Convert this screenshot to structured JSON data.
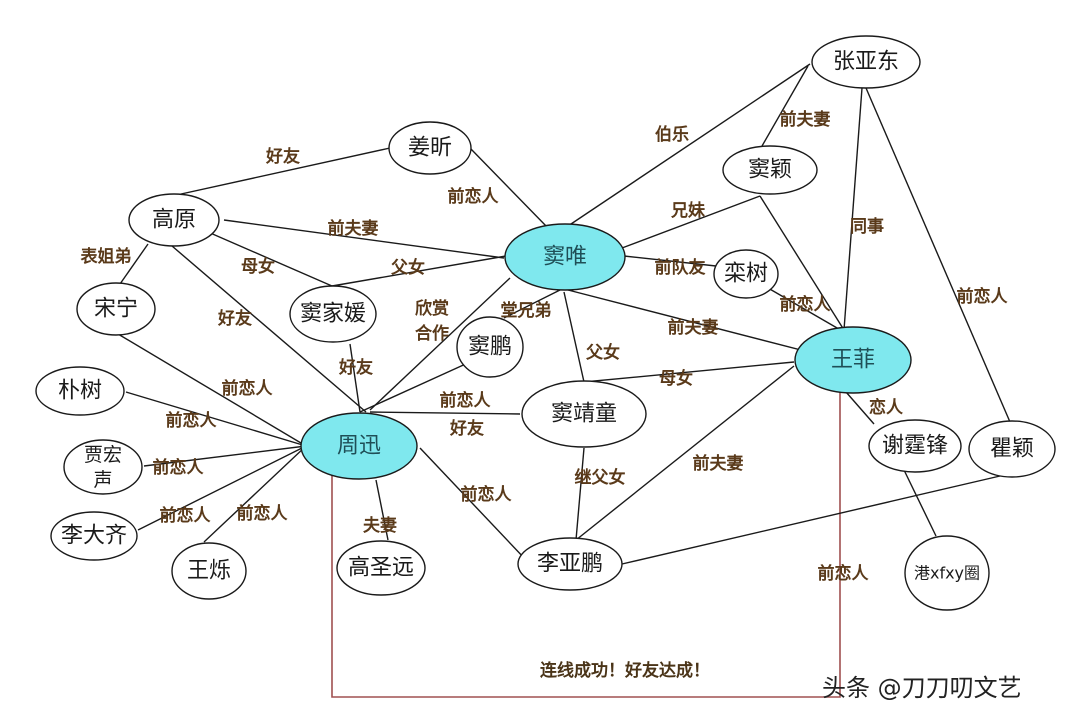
{
  "colors": {
    "highlight_fill": "#7fe8ee",
    "node_fill": "#ffffff",
    "line": "#1a1a1a",
    "label": "#5a3a1a",
    "success_line": "#a05050"
  },
  "nodes": {
    "zhang_yadong": "张亚东",
    "jiang_xin": "姜昕",
    "dou_ying": "窦颖",
    "gao_yuan": "高原",
    "dou_wei": "窦唯",
    "luan_shu": "栾树",
    "song_ning": "宋宁",
    "dou_jiayuan": "窦家媛",
    "dou_peng": "窦鹏",
    "wang_fei": "王菲",
    "pu_shu": "朴树",
    "dou_jingtong": "窦靖童",
    "zhou_xun": "周迅",
    "jia_hongsheng_1": "贾宏",
    "jia_hongsheng_2": "声",
    "xie_tingfeng": "谢霆锋",
    "qu_ying": "瞿颖",
    "li_daqi": "李大齐",
    "wang_shuo": "王烁",
    "gao_shengyuan": "高圣远",
    "li_yapeng": "李亚鹏",
    "gang_xfxy": "港xfxy圈"
  },
  "edge_labels": {
    "gaoyuan_jiangxin": "好友",
    "jiangxin_douwei": "前恋人",
    "douwei_zhangyadong": "伯乐",
    "zhangyadong_douying": "前夫妻",
    "douwei_douying": "兄妹",
    "zhangyadong_wangfei": "同事",
    "zhangyadong_quying": "前恋人",
    "gaoyuan_douwei": "前夫妻",
    "gaoyuan_songning": "表姐弟",
    "gaoyuan_doujiayuan": "母女",
    "doujiayuan_douwei": "父女",
    "gaoyuan_zhouxun": "好友",
    "douwei_luanshu": "前队友",
    "luanshu_wangfei": "前恋人",
    "douwei_wangfei": "前夫妻",
    "douwei_zhouxun_1": "欣赏",
    "douwei_zhouxun_2": "合作",
    "douwei_doupeng": "堂兄弟",
    "douwei_doujingtong": "父女",
    "doujiayuan_zhouxun": "好友",
    "wangfei_doujingtong": "母女",
    "songning_zhouxun": "前恋人",
    "pushu_zhouxun": "前恋人",
    "zhouxun_doujingtong_1": "前恋人",
    "zhouxun_doujingtong_2": "好友",
    "jiahongsheng_zhouxun": "前恋人",
    "lidaqi_zhouxun": "前恋人",
    "wangshuo_zhouxun": "前恋人",
    "zhouxun_gaoshengyuan": "夫妻",
    "zhouxun_liyapeng": "前恋人",
    "doujingtong_liyapeng": "继父女",
    "wangfei_liyapeng": "前夫妻",
    "wangfei_xietingfeng": "恋人",
    "wangfei_zhouxun_bottom": "前恋人"
  },
  "banner": "连线成功！好友达成！",
  "watermark": "头条 @刀刀叨文艺"
}
